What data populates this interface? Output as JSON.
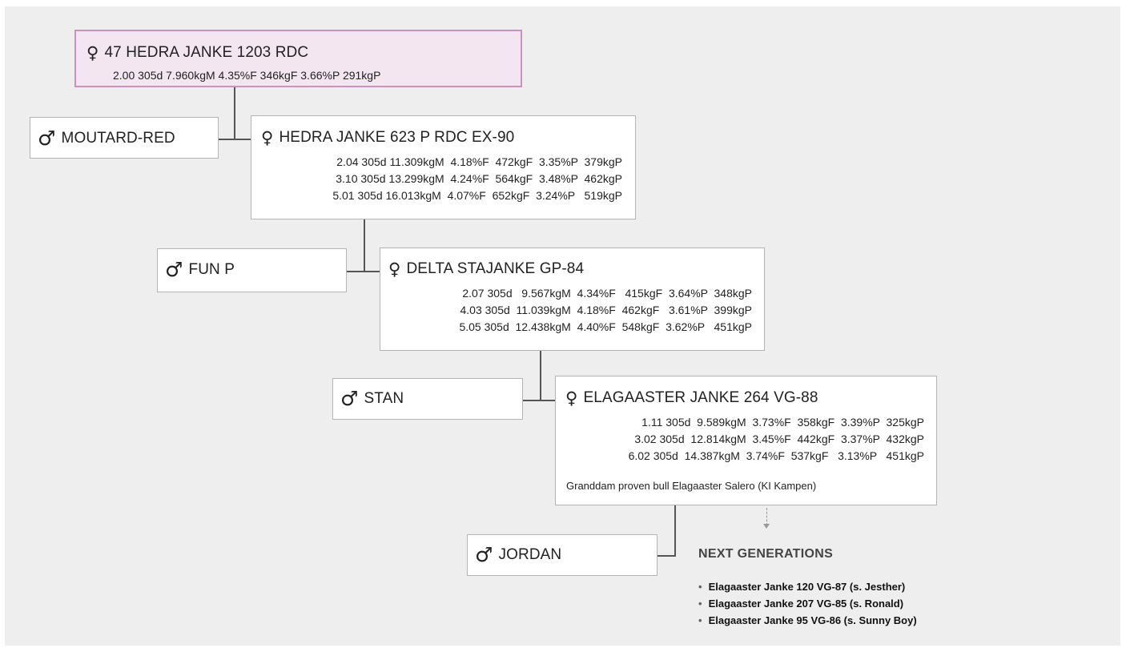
{
  "main": {
    "name": "47 HEDRA JANKE 1203 RDC",
    "record": "2.00 305d 7.960kgM 4.35%F 346kgF 3.66%P 291kgP"
  },
  "generations": [
    {
      "sire": "MOUTARD-RED",
      "dam": "HEDRA JANKE 623 P RDC EX-90",
      "records": [
        "2.04 305d 11.309kgM  4.18%F  472kgF  3.35%P  379kgP",
        "3.10 305d 13.299kgM  4.24%F  564kgF  3.48%P  462kgP",
        "5.01 305d 16.013kgM  4.07%F  652kgF  3.24%P   519kgP"
      ]
    },
    {
      "sire": "FUN P",
      "dam": "DELTA STAJANKE GP-84",
      "records": [
        "2.07 305d   9.567kgM  4.34%F   415kgF  3.64%P  348kgP",
        "4.03 305d  11.039kgM  4.18%F  462kgF   3.61%P  399kgP",
        "5.05 305d  12.438kgM  4.40%F  548kgF  3.62%P   451kgP"
      ]
    },
    {
      "sire": "STAN",
      "dam": "ELAGAASTER JANKE 264 VG-88",
      "records": [
        "1.11 305d  9.589kgM  3.73%F  358kgF  3.39%P  325kgP",
        "3.02 305d  12.814kgM  3.45%F  442kgF  3.37%P  432kgP",
        "6.02 305d  14.387kgM  3.74%F  537kgF   3.13%P   451kgP"
      ],
      "note": "Granddam proven bull Elagaaster Salero (KI Kampen)"
    }
  ],
  "last_sire": "JORDAN",
  "next_generations": {
    "title": "NEXT GENERATIONS",
    "items": [
      "Elagaaster Janke 120 VG-87 (s. Jesther)",
      "Elagaaster Janke 207 VG-85 (s. Ronald)",
      "Elagaaster Janke 95 VG-86 (s. Sunny Boy)"
    ]
  },
  "icons": {
    "female": "female-icon",
    "male": "male-icon"
  },
  "colors": {
    "highlight_bg": "#f3e6f1",
    "highlight_border": "#c991c0",
    "canvas_bg": "#eeeeee"
  }
}
